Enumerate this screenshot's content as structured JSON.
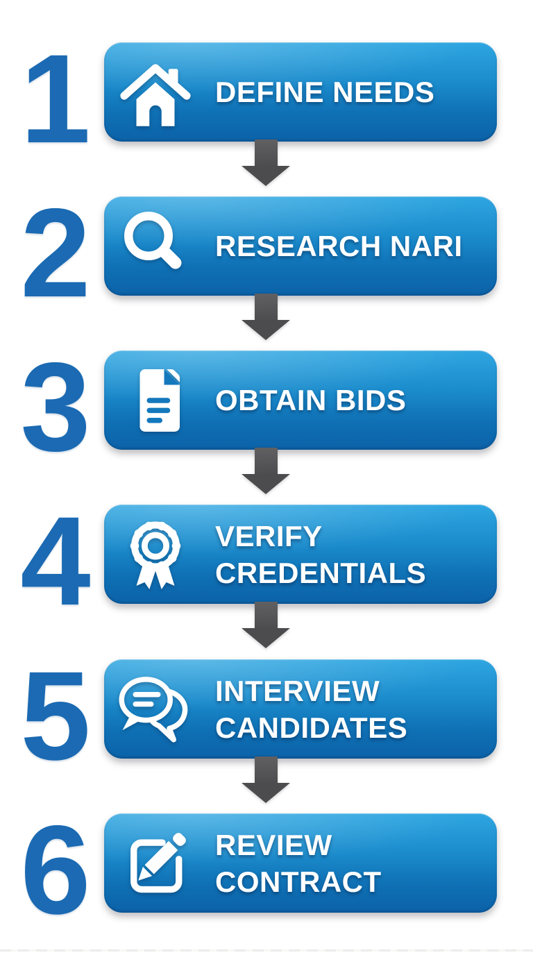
{
  "diagram": {
    "type": "vertical-process-flow",
    "step_count": 6,
    "connector": "down-arrow",
    "steps": [
      {
        "number": "1",
        "label": "DEFINE NEEDS",
        "icon": "home-icon"
      },
      {
        "number": "2",
        "label": "RESEARCH NARI",
        "icon": "search-icon"
      },
      {
        "number": "3",
        "label": "OBTAIN BIDS",
        "icon": "document-icon"
      },
      {
        "number": "4",
        "label": "VERIFY\nCREDENTIALS",
        "icon": "award-ribbon-icon"
      },
      {
        "number": "5",
        "label": "INTERVIEW\nCANDIDATES",
        "icon": "chat-bubbles-icon"
      },
      {
        "number": "6",
        "label": "REVIEW\nCONTRACT",
        "icon": "edit-pencil-icon"
      }
    ],
    "colors": {
      "background": "#ffffff",
      "pill_gradient_top": "#2ea6e1",
      "pill_gradient_bottom": "#0c62a8",
      "number_blue": "#1b6ab3",
      "arrow_gray": "#4c4c4e",
      "label_text": "#ffffff",
      "icon_line_blue": "#1478bc"
    }
  }
}
